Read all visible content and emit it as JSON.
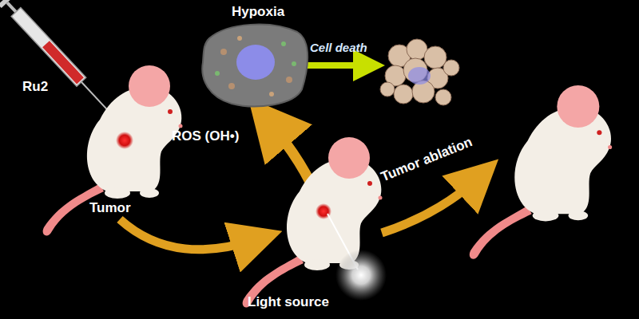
{
  "diagram": {
    "labels": [
      "Ru2",
      "Tumor",
      "Hypoxia",
      "Cell death",
      "ROS (OH•)",
      "Tumor ablation",
      "Light source"
    ]
  }
}
